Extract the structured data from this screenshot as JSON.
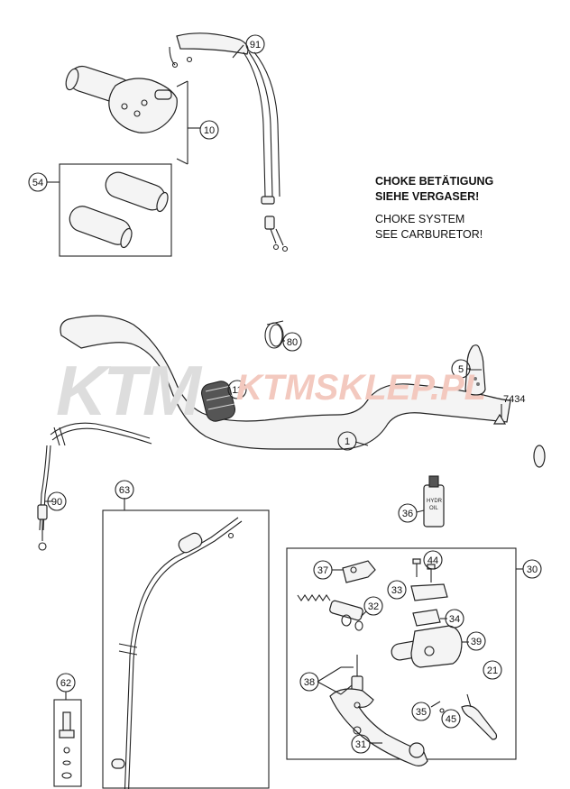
{
  "notes": {
    "line1": "CHOKE BETÄTIGUNG",
    "line2": "SIEHE VERGASER!",
    "line3": "CHOKE SYSTEM",
    "line4": "SEE CARBURETOR!"
  },
  "watermark": {
    "logo": "KTM",
    "text": "KTMSKLEP.PL",
    "logo_color": "#dddddd",
    "text_color": "#f3c9bf"
  },
  "code_label": "7434",
  "callouts": {
    "c91": "91",
    "c10": "10",
    "c54": "54",
    "c80": "80",
    "c5": "5",
    "c11": "11",
    "c1": "1",
    "c90": "90",
    "c63": "63",
    "c36": "36",
    "c30": "30",
    "c37": "37",
    "c44": "44",
    "c33": "33",
    "c32": "32",
    "c34": "34",
    "c39": "39",
    "c38": "38",
    "c21": "21",
    "c35": "35",
    "c45": "45",
    "c31": "31",
    "c62": "62"
  }
}
